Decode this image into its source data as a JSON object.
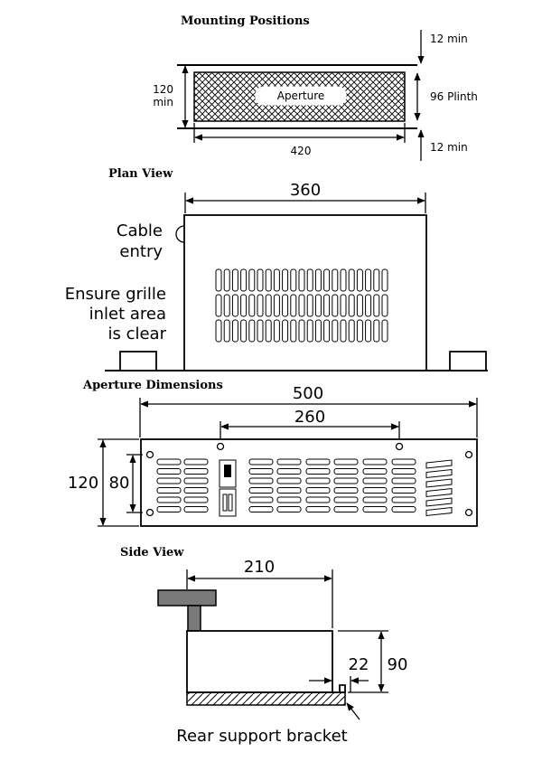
{
  "titles": {
    "mounting": "Mounting Positions",
    "plan": "Plan View",
    "aperture_dims": "Aperture Dimensions",
    "side": "Side View"
  },
  "mounting": {
    "aperture_label": "Aperture",
    "height_top": "120",
    "height_bottom": "min",
    "width": "420",
    "plinth": "96 Plinth",
    "top_clear": "12 min",
    "bottom_clear": "12 min"
  },
  "plan": {
    "width": "360",
    "cable_line1": "Cable",
    "cable_line2": "entry",
    "grille_line1": "Ensure grille",
    "grille_line2": "inlet area",
    "grille_line3": "is clear"
  },
  "aperture": {
    "outer_width": "500",
    "inner_width": "260",
    "outer_height": "120",
    "inner_height": "80"
  },
  "side": {
    "depth": "210",
    "small_gap": "22",
    "height": "90",
    "bracket_label": "Rear support bracket"
  }
}
